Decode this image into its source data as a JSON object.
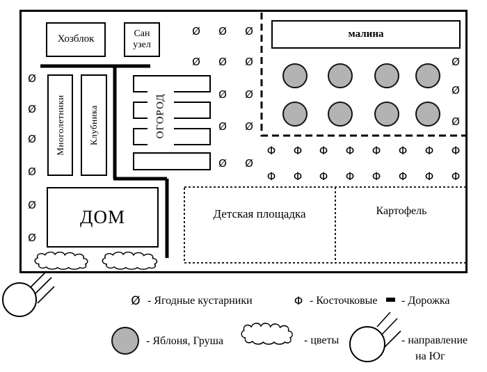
{
  "plot": {
    "utility_block": "Хозблок",
    "san_unit": "Сан узел",
    "perennials": "Многолетники",
    "strawberry": "Клубника",
    "vegetable_garden": "ОГОРОД",
    "raspberry": "малина",
    "house": "ДОМ",
    "playground": "Детская площадка",
    "potato": "Картофель"
  },
  "icons": {
    "berry_bush": "Ø",
    "stone_fruit": "Φ"
  },
  "colors": {
    "tree_fill": "#b3b3b3",
    "line": "#000000"
  },
  "legend": {
    "berry_label": "- Ягодные кустарники",
    "stone_label": "- Косточковые",
    "path_label": "- Дорожка",
    "apple_label": "- Яблоня, Груша",
    "flowers_label": "- цветы",
    "south_label_1": "- направление",
    "south_label_2": "на Юг"
  }
}
